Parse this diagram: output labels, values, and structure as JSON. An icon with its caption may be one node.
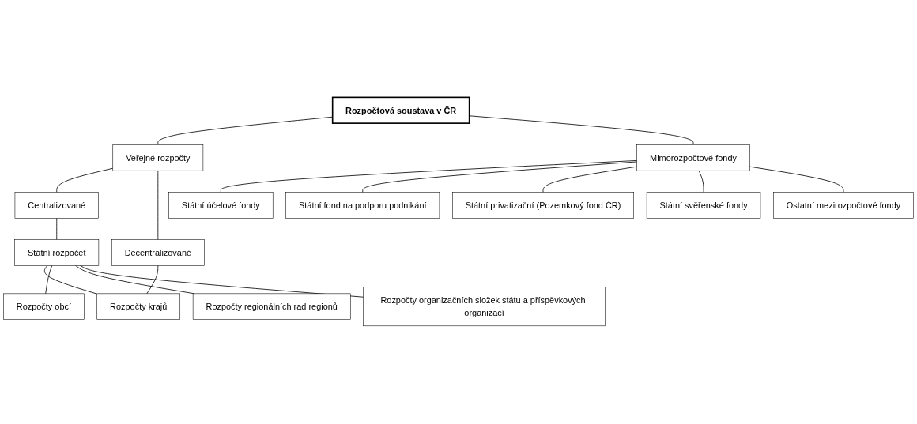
{
  "diagram": {
    "nodes": [
      {
        "text": [
          "Rozpočtová soustava v ČR"
        ]
      },
      {
        "text": [
          "Veřejné rozpočty"
        ]
      },
      {
        "text": [
          "Mimorozpočtové fondy"
        ]
      },
      {
        "text": [
          "Centralizované"
        ]
      },
      {
        "text": [
          "Decentralizované"
        ]
      },
      {
        "text": [
          "Státní rozpočet"
        ]
      },
      {
        "text": [
          "Rozpočty krajů"
        ]
      },
      {
        "text": [
          "Rozpočty obcí"
        ]
      },
      {
        "text": [
          "Rozpočty regionálních rad regionů"
        ]
      },
      {
        "text": [
          "Rozpočty organizačních složek státu a příspěvkových organizací"
        ]
      },
      {
        "text": [
          "Státní účelové fondy"
        ]
      },
      {
        "text": [
          "Státní fond na podporu podnikání"
        ]
      },
      {
        "text": [
          "Státní privatizační (Pozemkový fond ČR)"
        ]
      },
      {
        "text": [
          "Státní svěřenské fondy"
        ]
      },
      {
        "text": [
          "Ostatní mezirozpočtové fondy"
        ]
      }
    ],
    "edges": [
      {
        "from": 0,
        "to": 1,
        "arrow": "none"
      },
      {
        "from": 0,
        "to": 2,
        "arrow": "none"
      },
      {
        "from": 1,
        "to": 3,
        "arrow": "none"
      },
      {
        "from": 1,
        "to": 4,
        "arrow": "none"
      },
      {
        "from": 3,
        "to": 5,
        "arrow": "none"
      },
      {
        "from": 4,
        "to": 6,
        "arrow": "none"
      },
      {
        "from": 5,
        "to": 6,
        "arrow": "none"
      },
      {
        "from": 5,
        "to": 7,
        "arrow": "none"
      },
      {
        "from": 5,
        "to": 8,
        "arrow": "none"
      },
      {
        "from": 5,
        "to": 9,
        "arrow": "none"
      },
      {
        "from": 2,
        "to": 10,
        "arrow": "none"
      },
      {
        "from": 2,
        "to": 11,
        "arrow": "none"
      },
      {
        "from": 2,
        "to": 12,
        "arrow": "none"
      },
      {
        "from": 2,
        "to": 13,
        "arrow": "none"
      },
      {
        "from": 2,
        "to": 14,
        "arrow": "none"
      }
    ]
  }
}
